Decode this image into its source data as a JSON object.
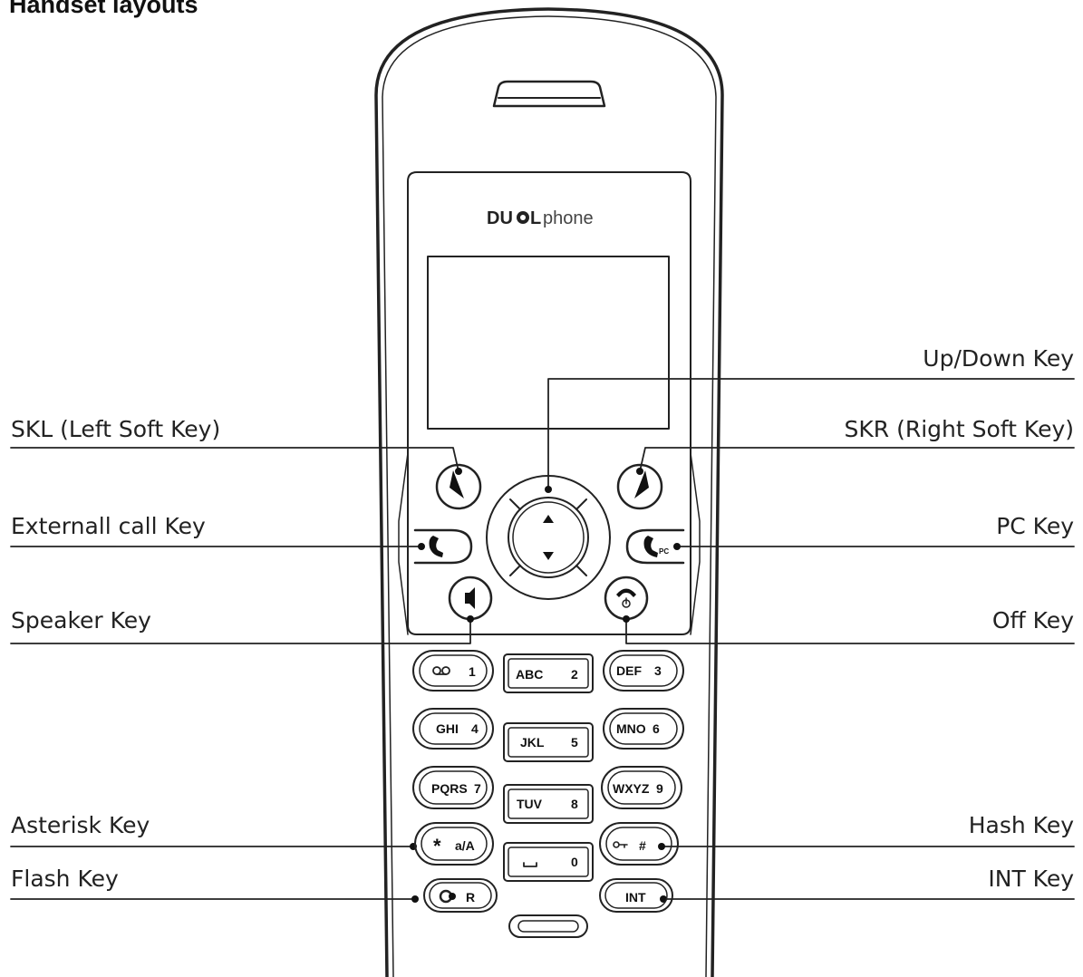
{
  "title": "Handset layouts",
  "brand": {
    "bold": "DU",
    "bold2": "L",
    "light": "phone"
  },
  "labels": {
    "up_down": "Up/Down Key",
    "skl": "SKL (Left Soft Key)",
    "skr": "SKR (Right Soft Key)",
    "external_call": "Externall call Key",
    "pc": "PC Key",
    "speaker": "Speaker Key",
    "off": "Off Key",
    "asterisk": "Asterisk Key",
    "hash": "Hash Key",
    "flash": "Flash Key",
    "int": "INT Key"
  },
  "keypad": {
    "k1": {
      "letters": "",
      "digit": "1"
    },
    "k2": {
      "letters": "ABC",
      "digit": "2"
    },
    "k3": {
      "letters": "DEF",
      "digit": "3"
    },
    "k4": {
      "letters": "GHI",
      "digit": "4"
    },
    "k5": {
      "letters": "JKL",
      "digit": "5"
    },
    "k6": {
      "letters": "MNO",
      "digit": "6"
    },
    "k7": {
      "letters": "PQRS",
      "digit": "7"
    },
    "k8": {
      "letters": "TUV",
      "digit": "8"
    },
    "k9": {
      "letters": "WXYZ",
      "digit": "9"
    },
    "k0": {
      "letters": "",
      "digit": "0"
    },
    "star": {
      "symbol": "*",
      "text": "a/A"
    },
    "hash": {
      "symbol": "#"
    },
    "flash": {
      "text": "R"
    },
    "int": {
      "text": "INT"
    },
    "pc_mark": "PC"
  },
  "icons": [
    "voicemail-icon",
    "phone-icon",
    "speaker-icon",
    "end-call-icon",
    "key-lock-icon",
    "up-arrow-icon",
    "down-arrow-icon"
  ]
}
